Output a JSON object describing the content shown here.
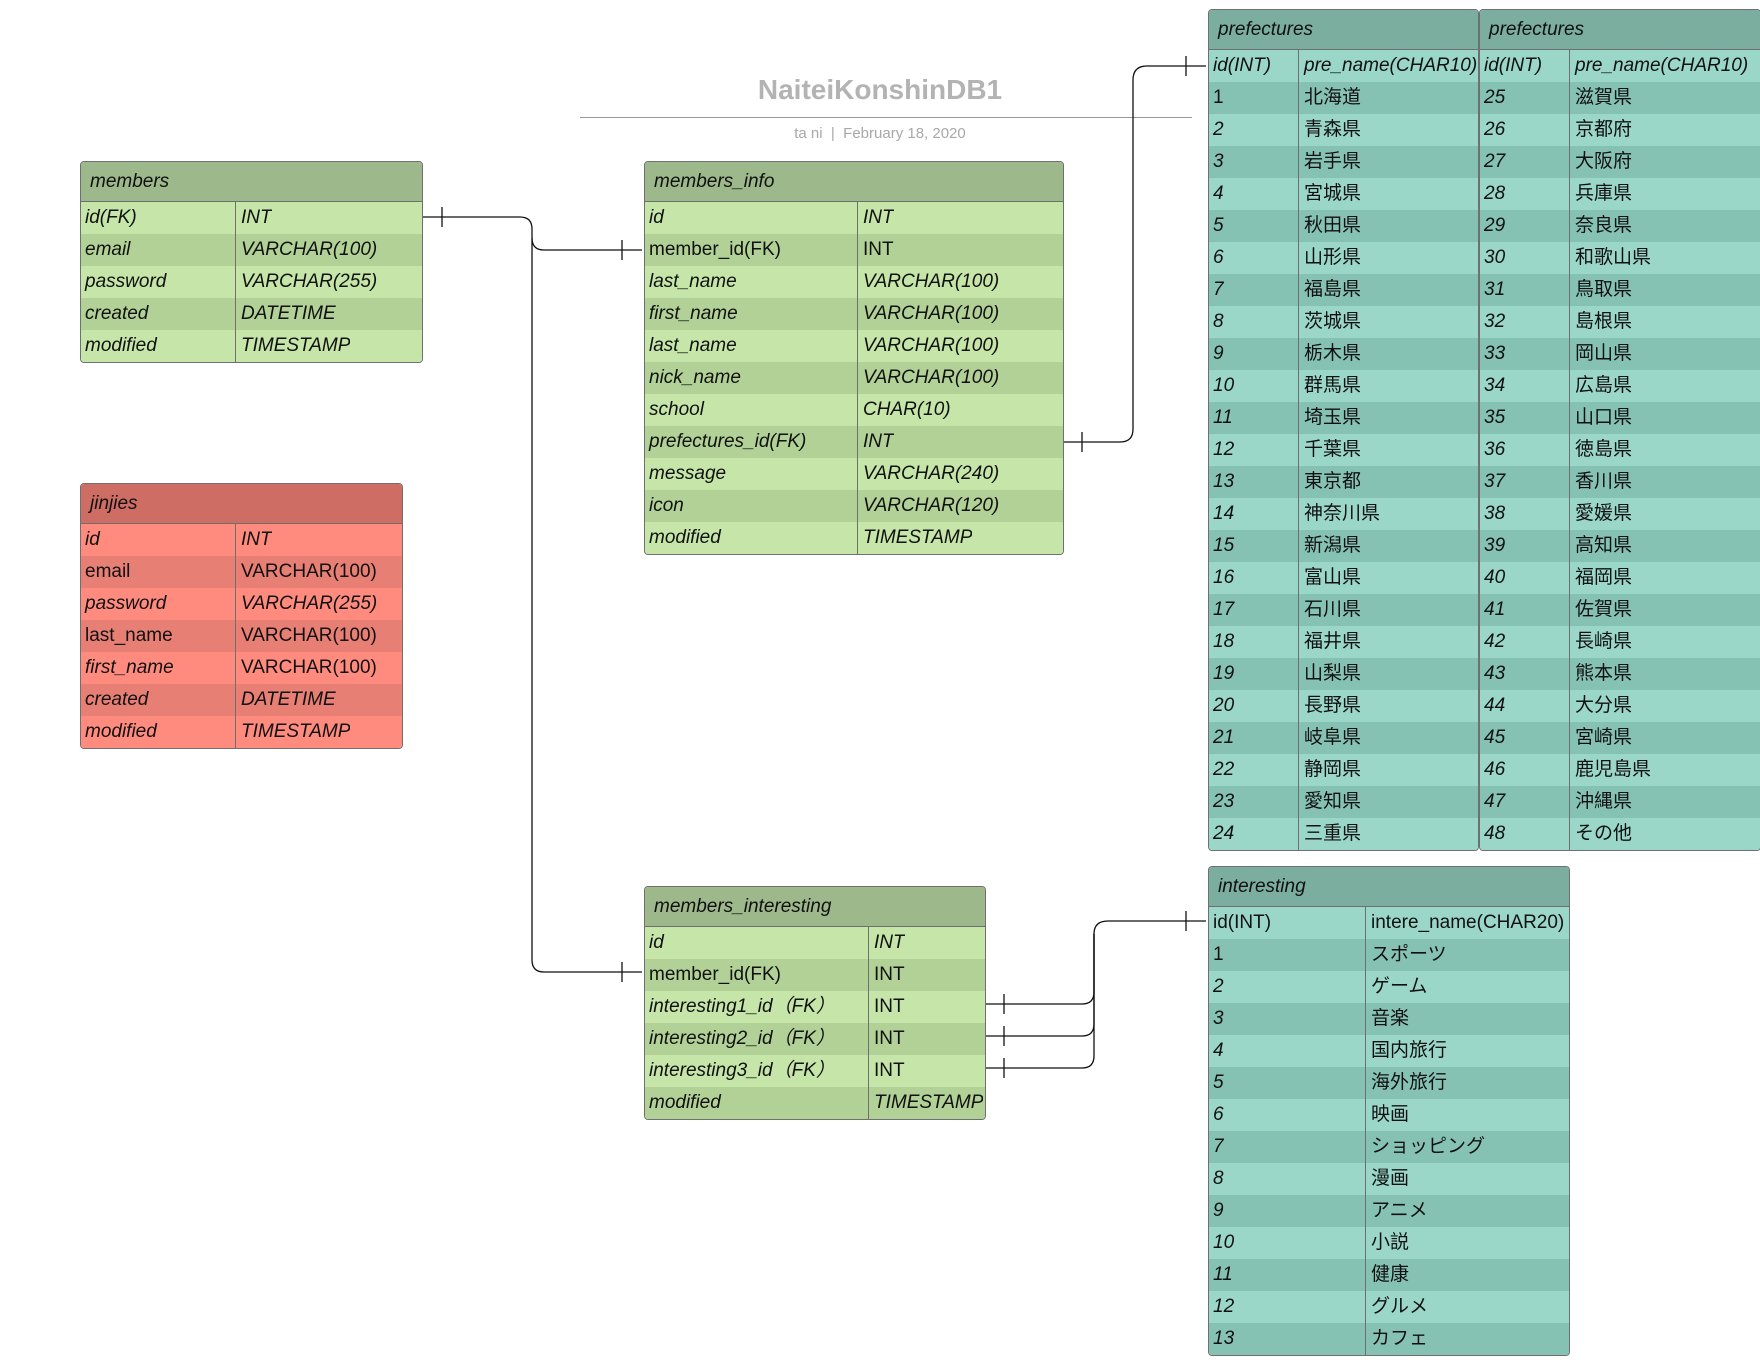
{
  "document": {
    "title": "NaiteiKonshinDB1",
    "meta": "ta ni  |  February 18, 2020"
  },
  "tables": {
    "members": {
      "name": "members",
      "rows": [
        [
          "id(FK)",
          "INT"
        ],
        [
          "email",
          "VARCHAR(100)"
        ],
        [
          "password",
          "VARCHAR(255)"
        ],
        [
          "created",
          "DATETIME"
        ],
        [
          "modified",
          "TIMESTAMP"
        ]
      ]
    },
    "jinjies": {
      "name": "jinjies",
      "rows": [
        [
          "id",
          "INT"
        ],
        [
          "email",
          "VARCHAR(100)"
        ],
        [
          "password",
          "VARCHAR(255)"
        ],
        [
          "last_name",
          "VARCHAR(100)"
        ],
        [
          "first_name",
          "VARCHAR(100)"
        ],
        [
          "created",
          "DATETIME"
        ],
        [
          "modified",
          "TIMESTAMP"
        ]
      ]
    },
    "members_info": {
      "name": "members_info",
      "rows": [
        [
          "id",
          "INT"
        ],
        [
          "member_id(FK)",
          "INT"
        ],
        [
          "last_name",
          "VARCHAR(100)"
        ],
        [
          "first_name",
          "VARCHAR(100)"
        ],
        [
          "last_name",
          "VARCHAR(100)"
        ],
        [
          "nick_name",
          "VARCHAR(100)"
        ],
        [
          "school",
          "CHAR(10)"
        ],
        [
          "prefectures_id(FK)",
          "INT"
        ],
        [
          "message",
          "VARCHAR(240)"
        ],
        [
          "icon",
          "VARCHAR(120)"
        ],
        [
          "modified",
          "TIMESTAMP"
        ]
      ]
    },
    "members_interesting": {
      "name": "members_interesting",
      "rows": [
        [
          "id",
          "INT"
        ],
        [
          "member_id(FK)",
          "INT"
        ],
        [
          "interesting1_id（FK）",
          "INT"
        ],
        [
          "interesting2_id（FK）",
          "INT"
        ],
        [
          "interesting3_id（FK）",
          "INT"
        ],
        [
          "modified",
          "TIMESTAMP"
        ]
      ]
    },
    "prefectures_a": {
      "name": "prefectures",
      "rows": [
        [
          "id(INT)",
          "pre_name(CHAR10)"
        ],
        [
          "1",
          "北海道"
        ],
        [
          "2",
          "青森県"
        ],
        [
          "3",
          "岩手県"
        ],
        [
          "4",
          "宮城県"
        ],
        [
          "5",
          "秋田県"
        ],
        [
          "6",
          "山形県"
        ],
        [
          "7",
          "福島県"
        ],
        [
          "8",
          "茨城県"
        ],
        [
          "9",
          "栃木県"
        ],
        [
          "10",
          "群馬県"
        ],
        [
          "11",
          "埼玉県"
        ],
        [
          "12",
          "千葉県"
        ],
        [
          "13",
          "東京都"
        ],
        [
          "14",
          "神奈川県"
        ],
        [
          "15",
          "新潟県"
        ],
        [
          "16",
          "富山県"
        ],
        [
          "17",
          "石川県"
        ],
        [
          "18",
          "福井県"
        ],
        [
          "19",
          "山梨県"
        ],
        [
          "20",
          "長野県"
        ],
        [
          "21",
          "岐阜県"
        ],
        [
          "22",
          "静岡県"
        ],
        [
          "23",
          "愛知県"
        ],
        [
          "24",
          "三重県"
        ]
      ]
    },
    "prefectures_b": {
      "name": "prefectures",
      "rows": [
        [
          "id(INT)",
          "pre_name(CHAR10)"
        ],
        [
          "25",
          "滋賀県"
        ],
        [
          "26",
          "京都府"
        ],
        [
          "27",
          "大阪府"
        ],
        [
          "28",
          "兵庫県"
        ],
        [
          "29",
          "奈良県"
        ],
        [
          "30",
          "和歌山県"
        ],
        [
          "31",
          "鳥取県"
        ],
        [
          "32",
          "島根県"
        ],
        [
          "33",
          "岡山県"
        ],
        [
          "34",
          "広島県"
        ],
        [
          "35",
          "山口県"
        ],
        [
          "36",
          "徳島県"
        ],
        [
          "37",
          "香川県"
        ],
        [
          "38",
          "愛媛県"
        ],
        [
          "39",
          "高知県"
        ],
        [
          "40",
          "福岡県"
        ],
        [
          "41",
          "佐賀県"
        ],
        [
          "42",
          "長崎県"
        ],
        [
          "43",
          "熊本県"
        ],
        [
          "44",
          "大分県"
        ],
        [
          "45",
          "宮崎県"
        ],
        [
          "46",
          "鹿児島県"
        ],
        [
          "47",
          "沖縄県"
        ],
        [
          "48",
          "その他"
        ]
      ]
    },
    "interesting": {
      "name": "interesting",
      "rows": [
        [
          "id(INT)",
          "intere_name(CHAR20)"
        ],
        [
          "1",
          "スポーツ"
        ],
        [
          "2",
          "ゲーム"
        ],
        [
          "3",
          "音楽"
        ],
        [
          "4",
          "国内旅行"
        ],
        [
          "5",
          "海外旅行"
        ],
        [
          "6",
          "映画"
        ],
        [
          "7",
          "ショッピング"
        ],
        [
          "8",
          "漫画"
        ],
        [
          "9",
          "アニメ"
        ],
        [
          "10",
          "小説"
        ],
        [
          "11",
          "健康"
        ],
        [
          "12",
          "グルメ"
        ],
        [
          "13",
          "カフェ"
        ]
      ]
    }
  }
}
